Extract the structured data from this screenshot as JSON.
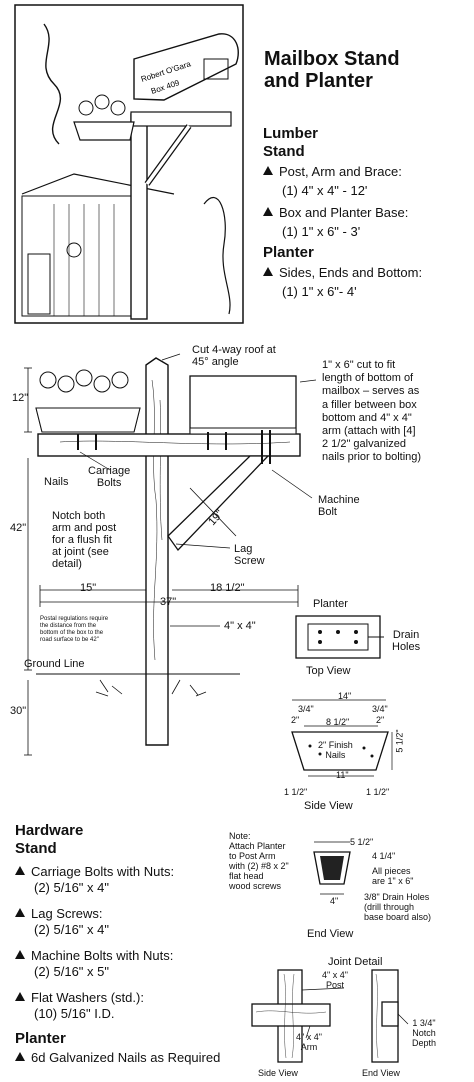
{
  "heading": {
    "line1": "Mailbox Stand",
    "line2": "and Planter"
  },
  "mailbox_sign": {
    "line1": "Robert O'Gara",
    "line2": "Box 409"
  },
  "lumber": {
    "title": "Lumber",
    "stand_title": "Stand",
    "stand_items": [
      {
        "label": "Post, Arm and Brace:",
        "detail": "(1) 4\" x 4\" - 12'"
      },
      {
        "label": "Box and Planter Base:",
        "detail": "(1) 1\" x 6\" - 3'"
      }
    ],
    "planter_title": "Planter",
    "planter_items": [
      {
        "label": "Sides, Ends and Bottom:",
        "detail": "(1) 1\" x 6\"- 4'"
      }
    ]
  },
  "main_diagram": {
    "roof_note": "Cut 4-way roof at 45° angle",
    "filler_note": [
      "1\" x 6\" cut to fit",
      "length of bottom of",
      "mailbox – serves as",
      "a filler between box",
      "bottom and 4\" x 4\"",
      "arm (attach with [4]",
      "2 1/2\" galvanized",
      "nails prior to bolting)"
    ],
    "nails": "Nails",
    "carriage_bolts": [
      "Carriage",
      "Bolts"
    ],
    "machine_bolt": [
      "Machine",
      "Bolt"
    ],
    "notch_note": [
      "Notch both",
      "arm and post",
      "for a flush fit",
      "at joint (see",
      "detail)"
    ],
    "lag_screw": [
      "Lag",
      "Screw"
    ],
    "dim_12": "12\"",
    "dim_42": "42\"",
    "dim_30": "30\"",
    "dim_19": "19\"",
    "dim_15": "15\"",
    "dim_18_5": "18 1/2\"",
    "dim_37": "37\"",
    "post_size": "4\" x 4\"",
    "postal_note": [
      "Postal regulations require",
      "the distance from the",
      "bottom of the box to the",
      "road surface to be 42\""
    ],
    "ground_line": "Ground Line"
  },
  "planter_top": {
    "title": "Planter",
    "drain": [
      "Drain",
      "Holes"
    ],
    "caption": "Top View"
  },
  "side_view": {
    "dim_14": "14\"",
    "dim_3_4_left": "3/4\"",
    "dim_3_4_right": "3/4\"",
    "dim_2_left": "2\"",
    "dim_8_5": "8 1/2\"",
    "dim_2_right": "2\"",
    "finish_nails": [
      "2\" Finish",
      "Nails"
    ],
    "dim_5_5": "5 1/2\"",
    "dim_11": "11\"",
    "dim_1_5_left": "1 1/2\"",
    "dim_1_5_right": "1 1/2\"",
    "caption": "Side View"
  },
  "hardware": {
    "title": "Hardware",
    "stand_title": "Stand",
    "items": [
      {
        "label": "Carriage Bolts with Nuts:",
        "detail": "(2) 5/16\" x 4\""
      },
      {
        "label": "Lag Screws:",
        "detail": "(2) 5/16\" x 4\""
      },
      {
        "label": "Machine Bolts with Nuts:",
        "detail": "(2) 5/16\" x 5\""
      },
      {
        "label": "Flat Washers (std.):",
        "detail": "(10) 5/16\" I.D."
      }
    ],
    "planter_title": "Planter",
    "planter_items": [
      {
        "label": "6d Galvanized Nails as Required"
      }
    ]
  },
  "end_view": {
    "note": [
      "Note:",
      "Attach Planter",
      "to Post Arm",
      "with (2) #8 x 2\"",
      "flat head",
      "wood screws"
    ],
    "dim_5_5": "5 1/2\"",
    "dim_4_25": "4 1/4\"",
    "all_pieces": [
      "All pieces",
      "are 1\" x 6\""
    ],
    "drain_note": [
      "3/8\" Drain Holes",
      "(drill through",
      "base board also)"
    ],
    "dim_4": "4\"",
    "caption": "End View"
  },
  "joint_detail": {
    "title": "Joint Detail",
    "post": [
      "4\" x 4\"",
      "Post"
    ],
    "arm": [
      "4\" x 4\"",
      "Arm"
    ],
    "notch": [
      "1 3/4\"",
      "Notch",
      "Depth"
    ],
    "side_caption": "Side View",
    "end_caption": "End View"
  }
}
